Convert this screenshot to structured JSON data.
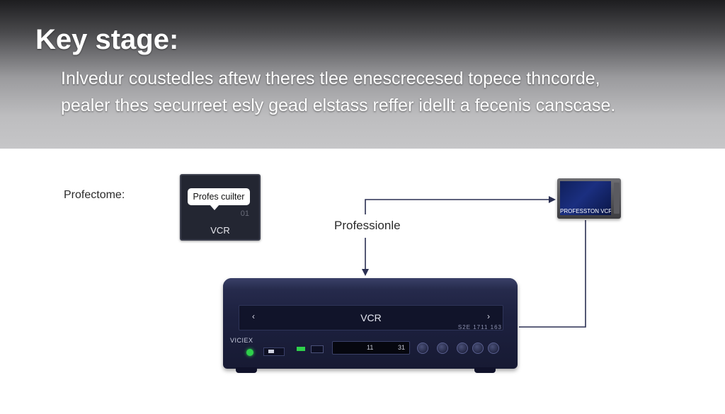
{
  "header": {
    "title": "Key stage:",
    "subtitle_line1": "Inlvedur coustedles aftew theres tlee enescrecesed topece thncorde,",
    "subtitle_line2": "pealer thes securreet esly gead elstass reffer idellt a fecenis canscase."
  },
  "diagram": {
    "side_label": "Profectome:",
    "flow_label": "Professionle",
    "vcr_card": {
      "bubble_text": "Profes cuilter",
      "number": "01",
      "label": "VCR"
    },
    "monitor": {
      "label": "PROFESSTON VCR"
    },
    "vcr_unit": {
      "slot_label": "VCR",
      "left_arrow": "‹",
      "right_arrow": "›",
      "slot_number": "S2E 1711 163",
      "brand": "VICIEX",
      "display_left": "11",
      "display_right": "31"
    }
  },
  "colors": {
    "vcr_body": "#1d2140",
    "led_green": "#2ed04b",
    "monitor_screen": "#1b2f80",
    "connector": "#2a2f52"
  }
}
